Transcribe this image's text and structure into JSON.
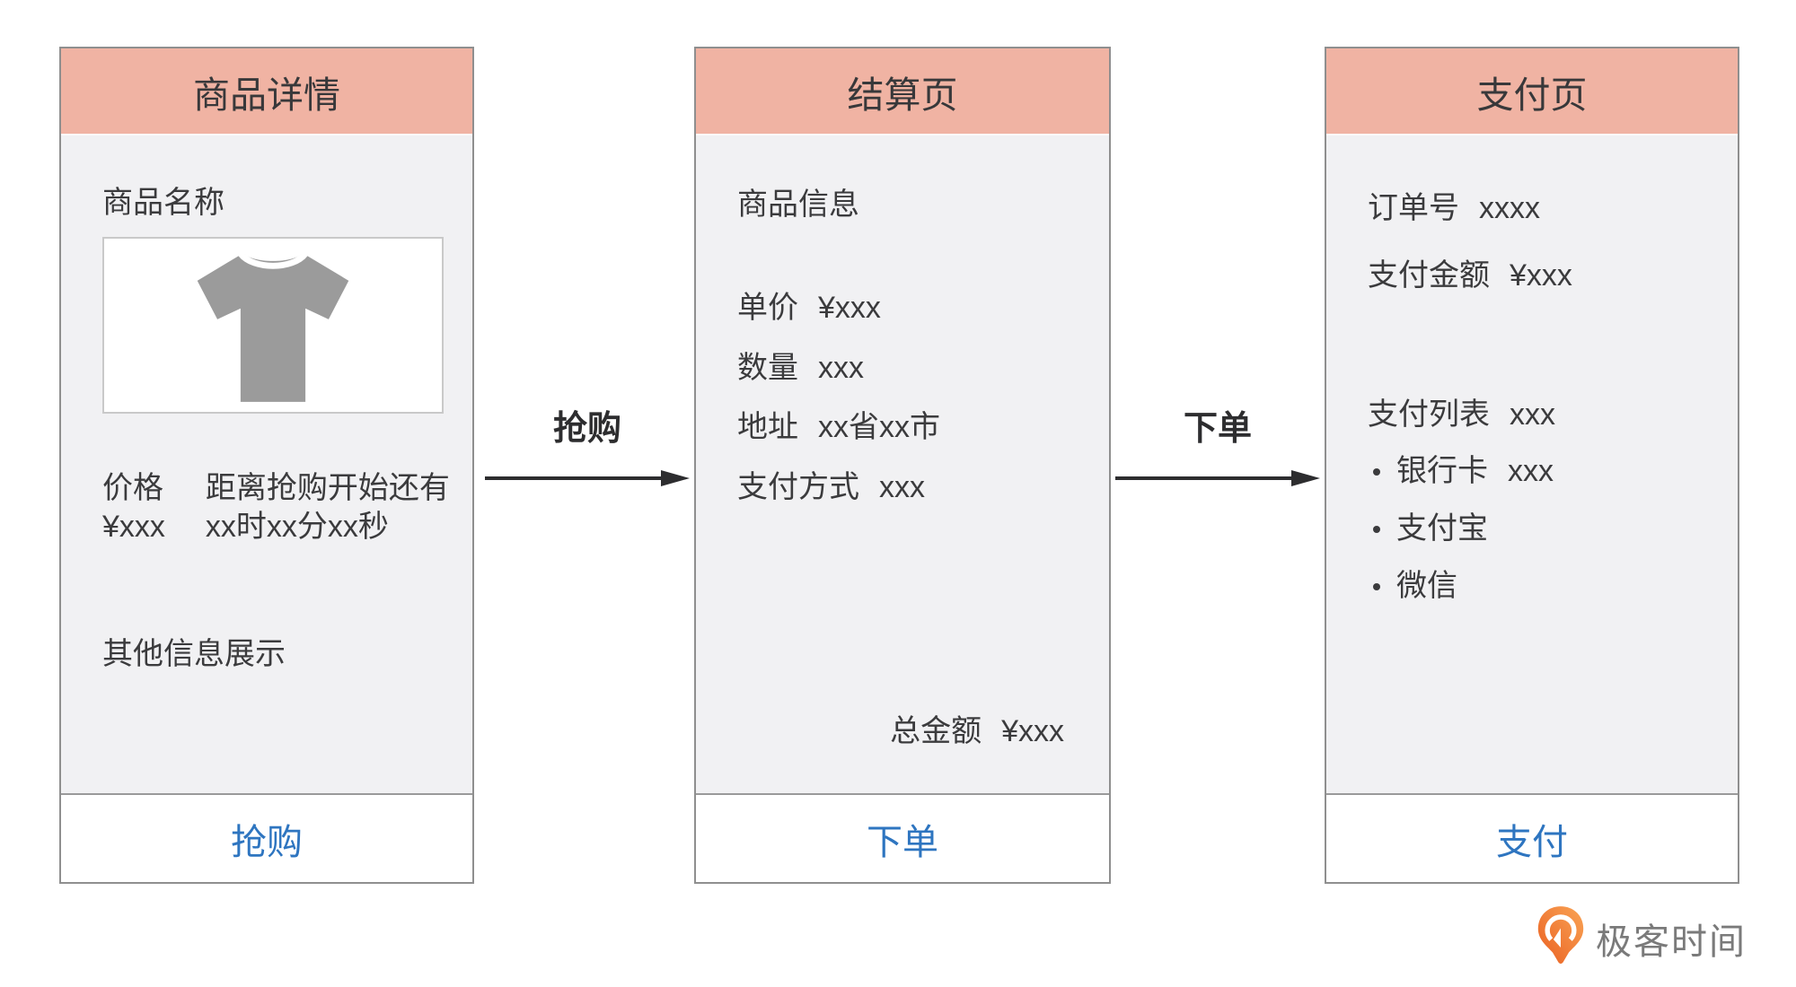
{
  "panels": {
    "detail": {
      "title": "商品详情",
      "product_name_label": "商品名称",
      "image_alt": "tshirt-placeholder",
      "price_label": "价格",
      "price_value": "¥xxx",
      "countdown_label": "距离抢购开始还有",
      "countdown_value": "xx时xx分xx秒",
      "other_info": "其他信息展示",
      "button": "抢购"
    },
    "checkout": {
      "title": "结算页",
      "section_label": "商品信息",
      "rows": [
        {
          "label": "单价",
          "value": "¥xxx"
        },
        {
          "label": "数量",
          "value": "xxx"
        },
        {
          "label": "地址",
          "value": "xx省xx市"
        },
        {
          "label": "支付方式",
          "value": "xxx"
        }
      ],
      "total_label": "总金额",
      "total_value": "¥xxx",
      "button": "下单"
    },
    "payment": {
      "title": "支付页",
      "order_label": "订单号",
      "order_value": "xxxx",
      "amount_label": "支付金额",
      "amount_value": "¥xxx",
      "list_label": "支付列表",
      "list_value": "xxx",
      "methods": [
        {
          "label": "银行卡",
          "value": "xxx"
        },
        {
          "label": "支付宝",
          "value": ""
        },
        {
          "label": "微信",
          "value": ""
        }
      ],
      "button": "支付"
    }
  },
  "arrows": [
    {
      "label": "抢购"
    },
    {
      "label": "下单"
    }
  ],
  "logo": {
    "text": "极客时间"
  },
  "colors": {
    "header_bg": "#f0b3a3",
    "body_bg": "#f1f1f3",
    "button_text": "#2e75c0",
    "panel_border": "#8f8f8f",
    "arrow": "#2d2d2f",
    "tshirt": "#9b9b9b",
    "logo_orange": "#ef7c35",
    "logo_text": "#7a7a7a"
  }
}
